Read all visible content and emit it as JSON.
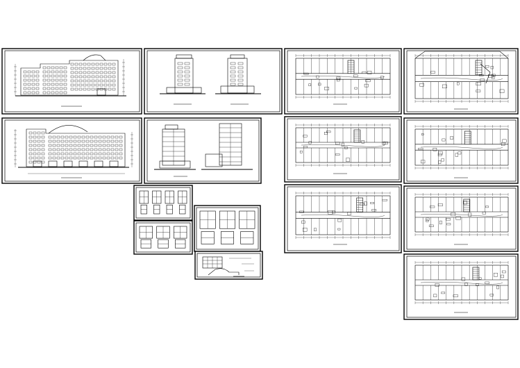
{
  "sheets": [
    {
      "id": "front-elevation",
      "kind": "elevation-long"
    },
    {
      "id": "side-elevations",
      "kind": "elevation-pair"
    },
    {
      "id": "plan-ground",
      "kind": "plan"
    },
    {
      "id": "plan-roof",
      "kind": "plan"
    },
    {
      "id": "rear-elevation",
      "kind": "elevation-long"
    },
    {
      "id": "sections",
      "kind": "section-pair"
    },
    {
      "id": "plan-second",
      "kind": "plan"
    },
    {
      "id": "plan-third",
      "kind": "plan"
    },
    {
      "id": "details-a",
      "kind": "details"
    },
    {
      "id": "details-b",
      "kind": "details"
    },
    {
      "id": "details-c",
      "kind": "details"
    },
    {
      "id": "details-d",
      "kind": "details"
    },
    {
      "id": "plan-fourth",
      "kind": "plan"
    },
    {
      "id": "plan-fifth",
      "kind": "plan"
    },
    {
      "id": "plan-sixth",
      "kind": "plan"
    }
  ],
  "colors": {
    "line": "#000000",
    "paper": "#ffffff"
  }
}
